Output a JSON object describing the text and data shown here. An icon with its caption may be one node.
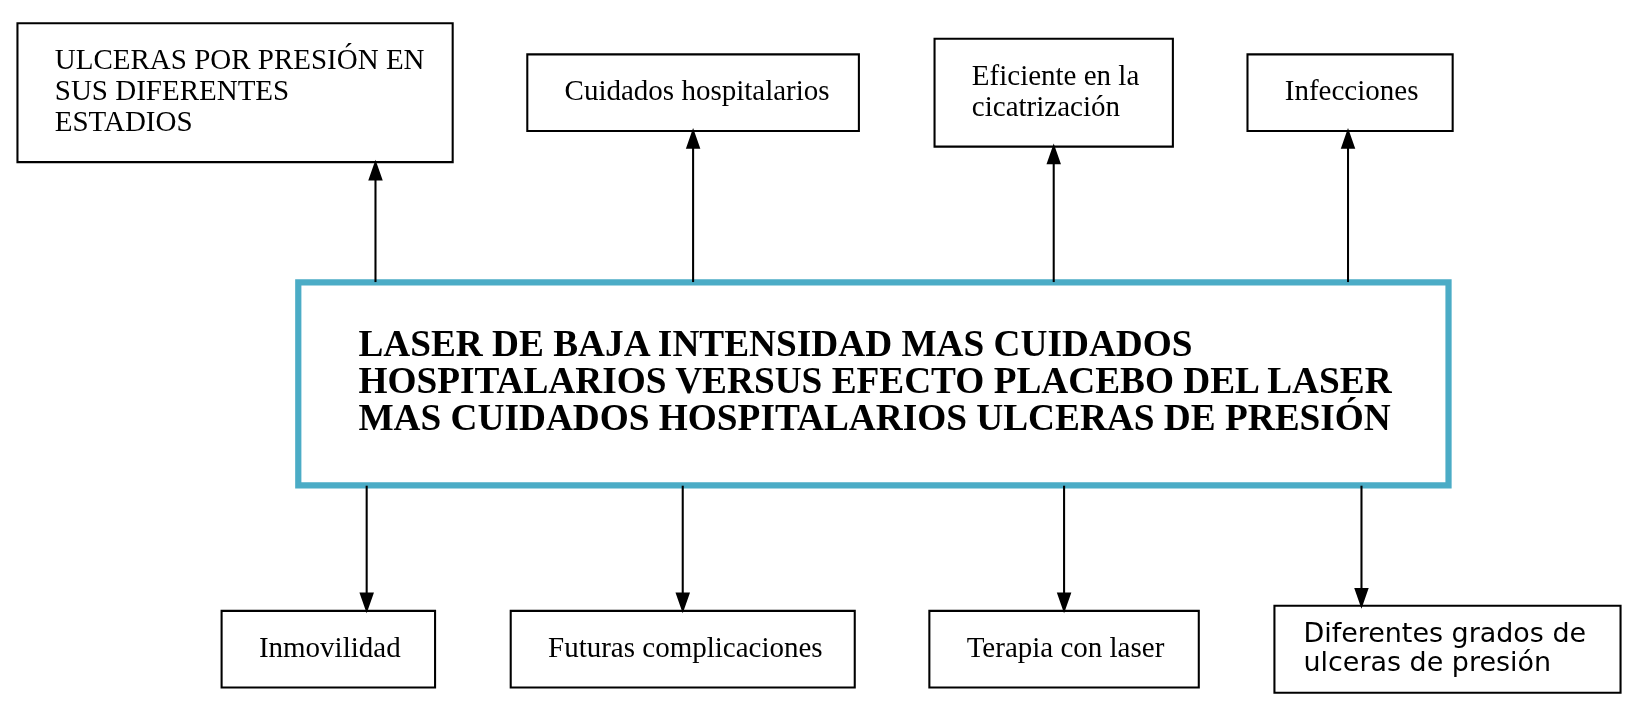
{
  "diagram": {
    "nodes": [
      {
        "text": [
          "ULCERAS POR PRESIÓN EN SUS DIFERENTES ESTADIOS"
        ]
      },
      {
        "text": [
          "Cuidados hospitalarios"
        ]
      },
      {
        "text": [
          "Eficiente en la cicatrización"
        ]
      },
      {
        "text": [
          "Infecciones"
        ]
      },
      {
        "text": [
          "LASER DE BAJA INTENSIDAD MAS CUIDADOS HOSPITALARIOS VERSUS EFECTO PLACEBO DEL LASER MAS CUIDADOS HOSPITALARIOS ULCERAS DE PRESIÓN"
        ]
      },
      {
        "text": [
          "Inmovilidad"
        ]
      },
      {
        "text": [
          "Futuras complicaciones"
        ]
      },
      {
        "text": [
          "Terapia con laser"
        ]
      },
      {
        "text": [
          "Diferentes grados de ulceras de presión"
        ]
      }
    ],
    "edges": [
      {
        "from": 4,
        "to": 0,
        "arrow": "to"
      },
      {
        "from": 4,
        "to": 1,
        "arrow": "to"
      },
      {
        "from": 4,
        "to": 2,
        "arrow": "to"
      },
      {
        "from": 4,
        "to": 3,
        "arrow": "to"
      },
      {
        "from": 4,
        "to": 5,
        "arrow": "to"
      },
      {
        "from": 4,
        "to": 6,
        "arrow": "to"
      },
      {
        "from": 4,
        "to": 7,
        "arrow": "to"
      },
      {
        "from": 4,
        "to": 8,
        "arrow": "to"
      }
    ]
  }
}
